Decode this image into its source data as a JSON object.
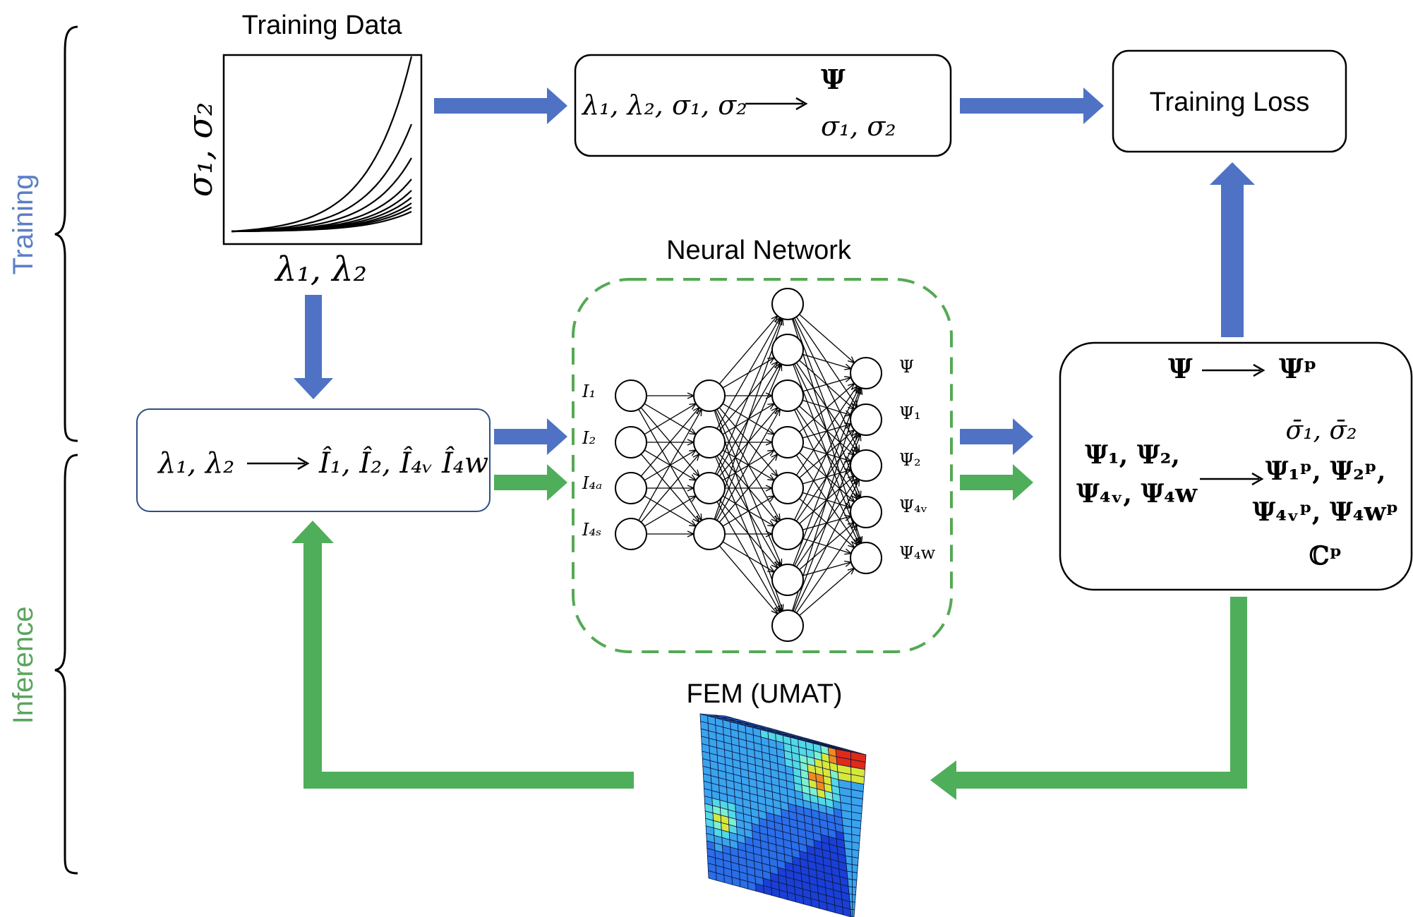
{
  "labels": {
    "training_side": "Training",
    "inference_side": "Inference",
    "training_data": "Training Data",
    "neural_network": "Neural Network",
    "training_loss": "Training Loss",
    "fem": "FEM (UMAT)"
  },
  "plot": {
    "ylabel": "σ₁, σ₂",
    "xlabel": "λ₁, λ₂"
  },
  "box_top": {
    "inputs": "λ₁, λ₂, σ₁, σ₂",
    "out1": "Ψ",
    "out2": "σ₁, σ₂"
  },
  "box_invariants": {
    "left": "λ₁, λ₂",
    "right": "Î₁, Î₂, Î₄ᵥ Î₄w"
  },
  "nn_inputs": [
    "I₁",
    "I₂",
    "I₄ₐ",
    "I₄ₛ"
  ],
  "nn_outputs": [
    "Ψ",
    "Ψ₁",
    "Ψ₂",
    "Ψ₄ᵥ",
    "Ψ₄w"
  ],
  "box_right": {
    "top_left": "Ψ",
    "top_right": "Ψᵖ",
    "left_line1": "Ψ₁, Ψ₂,",
    "left_line2": "Ψ₄ᵥ, Ψ₄w",
    "r_line1": "σ̄₁, σ̄₂",
    "r_line2": "Ψ₁ᵖ, Ψ₂ᵖ,",
    "r_line3": "Ψ₄ᵥᵖ, Ψ₄wᵖ",
    "r_line4": "ℂᵖ"
  },
  "colors": {
    "blue_arrow": "#4f72c4",
    "green_arrow": "#4fae5a",
    "training_label": "#5b7fc6",
    "inference_label": "#5aa55e",
    "dashed_border": "#55a955",
    "invariant_border": "#2f4f86"
  },
  "fem_mesh": {
    "colors": [
      "#1a3fd6",
      "#2a6ee8",
      "#3aa3ee",
      "#52d8e6",
      "#7cf0d0",
      "#d8e83a",
      "#f08a22",
      "#e02a18"
    ]
  }
}
